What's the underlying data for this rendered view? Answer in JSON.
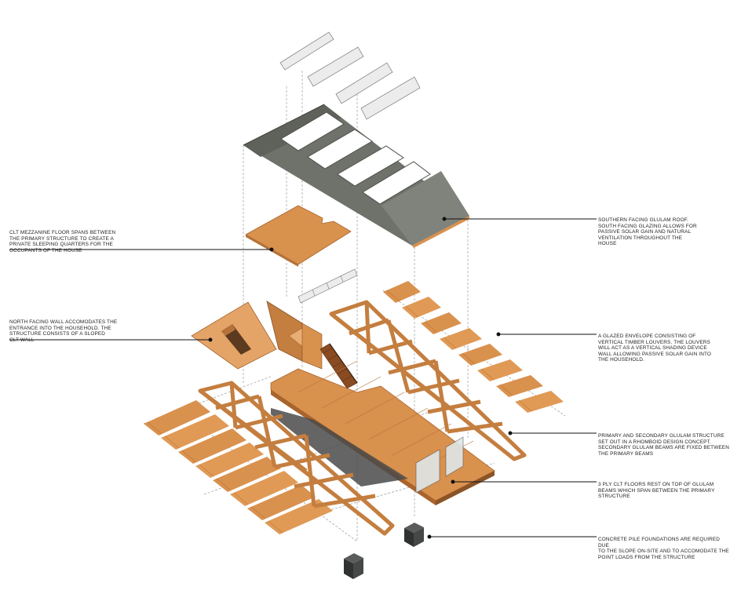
{
  "annotations": {
    "clt_floor": "CLT MEZZANINE FLOOR SPANS BETWEEN\nTHE PRIMARY STRUCTURE TO CREATE A\nPRIVATE SLEEPING QUARTERS FOR THE\nOCCUPANTS OF THE HOUSE",
    "north_wall": "NORTH FACING WALL ACCOMODATES THE\nENTRANCE INTO THE HOUSEHOLD. THE\nSTRUCTURE CONSISTS OF A SLOPED\nCLT WALL",
    "roof": "SOUTHERN FACING GLULAM ROOF.\nSOUTH FACING GLAZING ALLOWS FOR\nPASSIVE SOLAR GAIN AND NATURAL\nVENTILATION THROUGHOUT THE\nHOUSE",
    "glazed": "A GLAZED ENVELOPE CONSISTING OF\nVERTICAL TIMBER LOUVERS. THE LOUVERS\nWILL ACT AS A VERTICAL SHADING DEVICE\nWALL ALLOWING PASSIVE SOLAR GAIN INTO\nTHE HOUSEHOLD.",
    "glulam": "PRIMARY AND SECONDARY GLULAM STRUCTURE\nSET OUT IN A RHOMBOID DESIGN CONCEPT.\nSECONDARY GLULAM BEAMS ARE FIXED BETWEEN\nTHE PRIMARY BEAMS",
    "clt_floors": "3 PLY CLT FLOORS REST ON TOP OF GLULAM\nBEAMS WHICH SPAN BETWEEN THE PRIMARY\nSTRUCTURE",
    "piles": "CONCRETE PILE FOUNDATIONS ARE REQUIRED DUE\nTO THE SLOPE ON-SITE AND TO ACCOMODATE THE\nPOINT LOADS FROM THE STRUCTURE"
  },
  "colors": {
    "timber": "#d9914e",
    "timber_light": "#e7ad72",
    "timber_dark": "#a8642c",
    "roof_grey": "#7d8079",
    "roof_dark": "#5f625b",
    "glass": "#ececec",
    "concrete": "#3f4241",
    "leader": "#111111",
    "dash": "#8a8a8a"
  }
}
